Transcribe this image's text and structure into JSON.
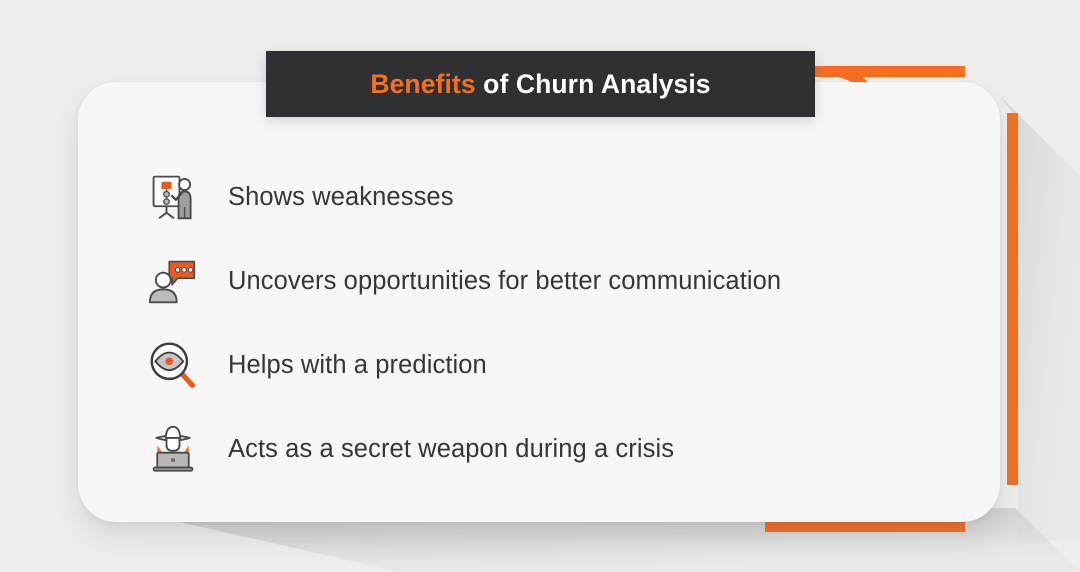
{
  "header": {
    "title_full": "Benefits of Churn Analysis",
    "title_highlight": "Benefits",
    "title_rest": " of Churn Analysis"
  },
  "colors": {
    "accent_orange": "#f4701f",
    "title_bar_dark": "#2e3033",
    "card_white": "#f7f7f7",
    "page_background": "#ededed",
    "body_text": "#363636",
    "icon_gray": "#b3b3b3",
    "icon_outline": "#4a4a4a"
  },
  "benefits": [
    {
      "label": "Shows weaknesses",
      "icon": "presenter-flipchart-icon"
    },
    {
      "label": "Uncovers opportunities for better communication",
      "icon": "person-speech-bubble-icon"
    },
    {
      "label": "Helps with a prediction",
      "icon": "magnifier-eye-icon"
    },
    {
      "label": "Acts as a secret weapon during a crisis",
      "icon": "spy-laptop-icon"
    }
  ]
}
